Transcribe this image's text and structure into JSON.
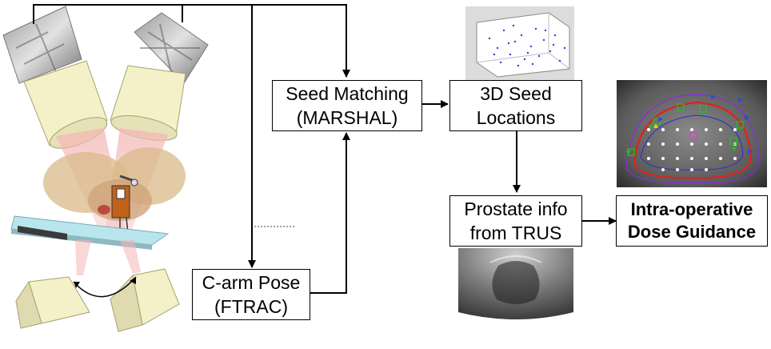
{
  "boxes": {
    "seed_matching": {
      "line1": "Seed Matching",
      "line2": "(MARSHAL)"
    },
    "seed_locations": {
      "line1": "3D Seed",
      "line2": "Locations"
    },
    "prostate_info": {
      "line1": "Prostate info",
      "line2": "from TRUS"
    },
    "dose_guidance": {
      "line1": "Intra-operative",
      "line2": "Dose Guidance"
    },
    "carm_pose": {
      "line1": "C-arm Pose",
      "line2": "(FTRAC)"
    }
  },
  "colors": {
    "arrow": "#000000",
    "xray_head": "#f4f0c8",
    "xray_beam": "#f3b7b5",
    "table": "#b8e6ec",
    "contour_red": "#e32020",
    "contour_blue": "#2b2bd8",
    "seed_green": "#21c021",
    "seed_blue": "#1d4fe0"
  },
  "icons": [
    "x-ray-image-icon",
    "c-arm-icon",
    "scatter-plot-icon",
    "ultrasound-image-icon",
    "dose-map-icon"
  ]
}
